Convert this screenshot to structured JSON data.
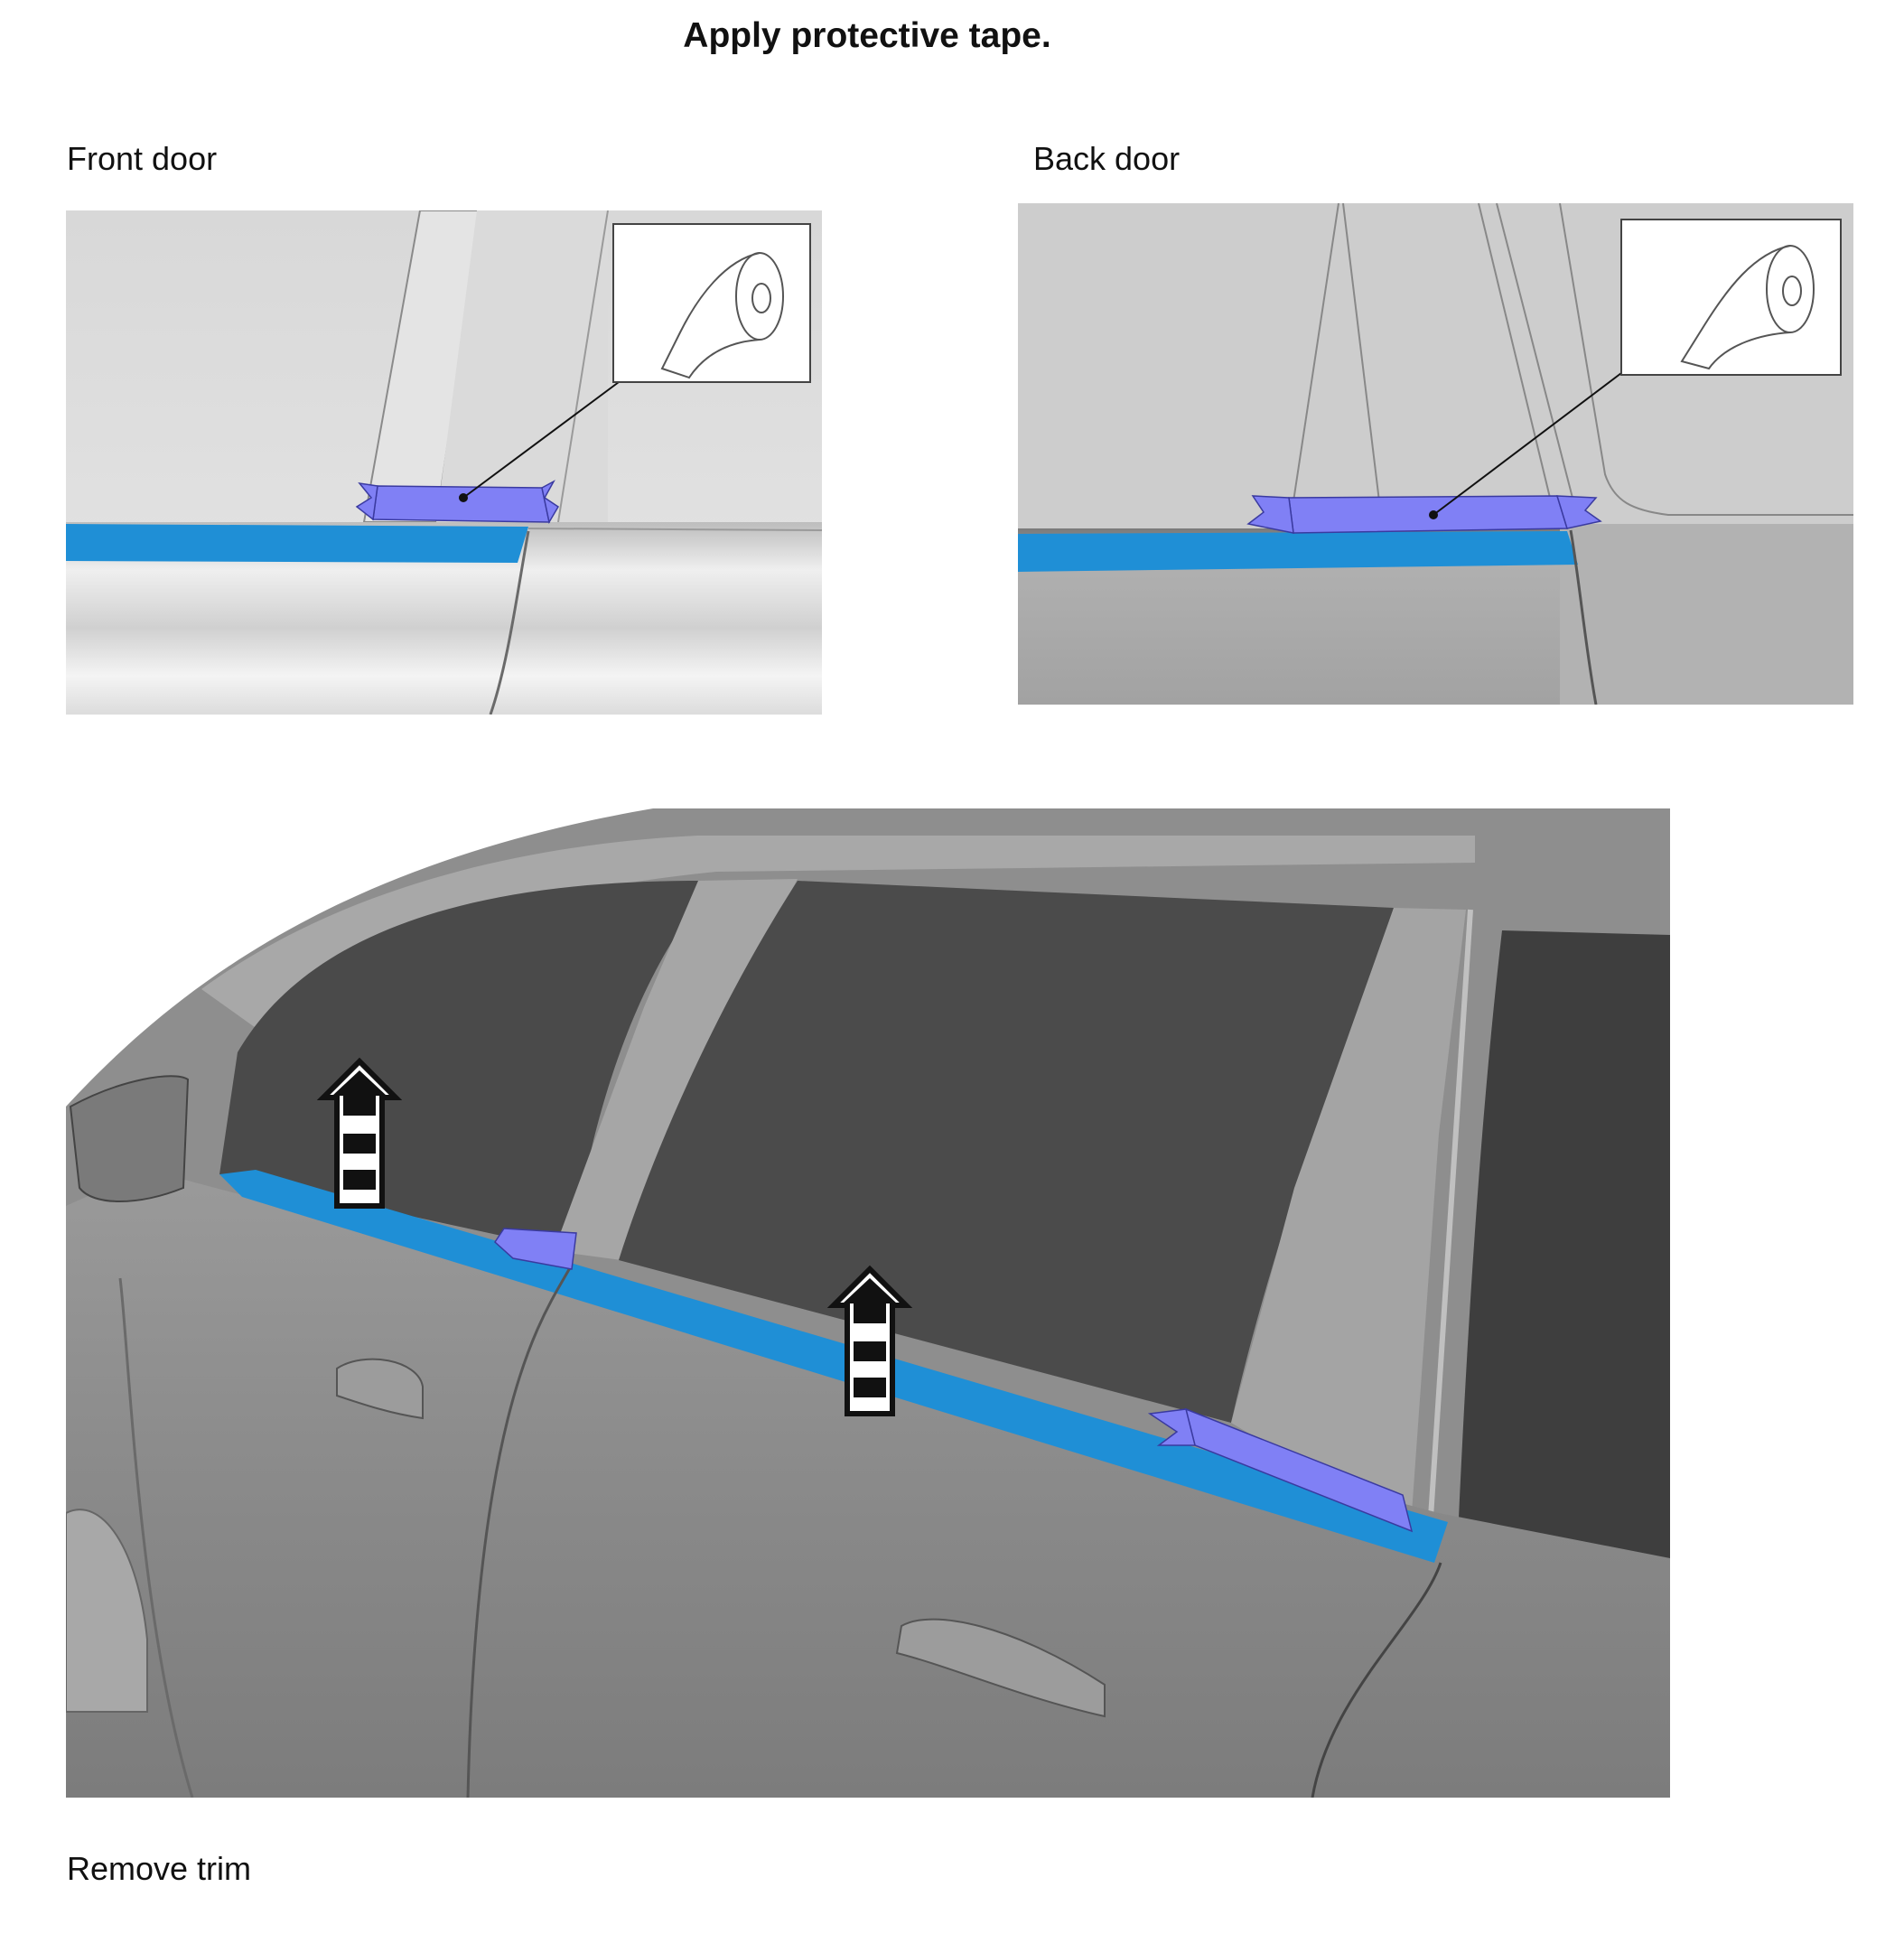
{
  "title": "Apply protective tape.",
  "panels": {
    "front": {
      "caption": "Front door",
      "callout_icon": "tape-roll-icon"
    },
    "back": {
      "caption": "Back door",
      "callout_icon": "tape-roll-icon"
    },
    "main": {
      "caption": "Remove trim",
      "arrow_icon": "lift-up-arrow-icon"
    }
  },
  "colors": {
    "trim_blue": "#1f8fd6",
    "tape_violet": "#8080f5",
    "body_light": "#e2e2e2",
    "body_dark": "#8a8a8a",
    "glass_dark": "#4a4a4a"
  }
}
